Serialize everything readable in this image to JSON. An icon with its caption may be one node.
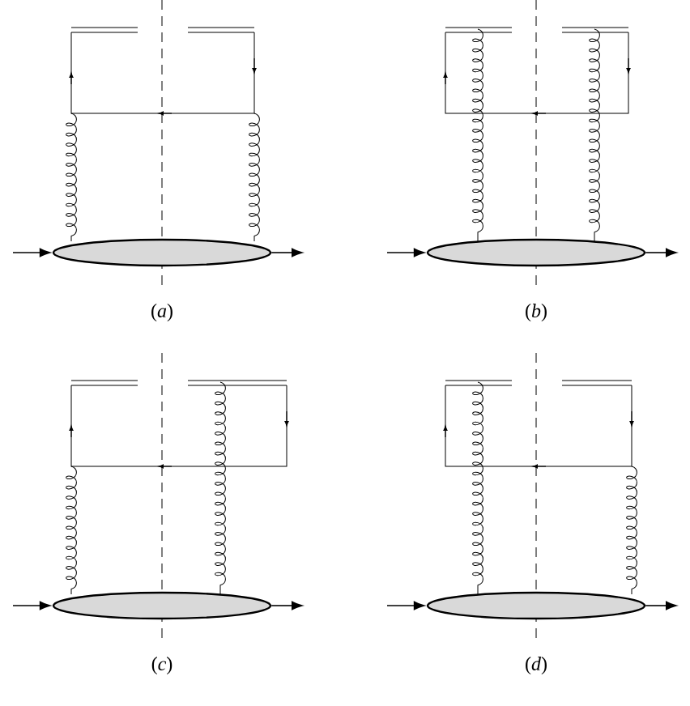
{
  "diagram": {
    "nodes": [
      {
        "text": [],
        "shape": "ellipse",
        "beside": [
          "(*a*)"
        ]
      },
      {
        "text": [],
        "shape": "ellipse",
        "beside": [
          "(*b*)"
        ]
      },
      {
        "text": [],
        "shape": "ellipse",
        "beside": [
          "(*c*)"
        ]
      },
      {
        "text": [],
        "shape": "ellipse",
        "beside": [
          "(*d*)"
        ]
      }
    ],
    "edges": [
      {
        "from": null,
        "to": 0,
        "arrow": "to"
      },
      {
        "from": 0,
        "to": null,
        "arrow": "to"
      },
      {
        "from": null,
        "to": 1,
        "arrow": "to"
      },
      {
        "from": 1,
        "to": null,
        "arrow": "to"
      },
      {
        "from": null,
        "to": 2,
        "arrow": "to"
      },
      {
        "from": 2,
        "to": null,
        "arrow": "to"
      },
      {
        "from": null,
        "to": 3,
        "arrow": "to"
      },
      {
        "from": 3,
        "to": null,
        "arrow": "to"
      }
    ]
  }
}
